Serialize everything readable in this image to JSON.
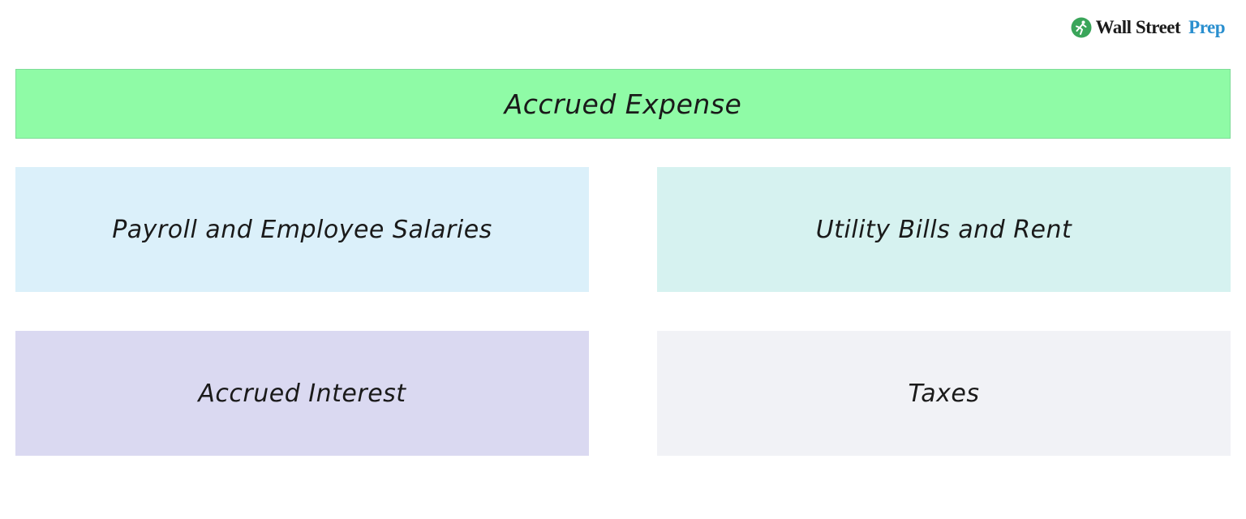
{
  "brand": {
    "word1": "Wall Street",
    "word2": "Prep",
    "icon": "runner-logo-icon",
    "colors": {
      "mark": "#3aa55a",
      "word1": "#1b1b1b",
      "word2": "#2a8fcf"
    }
  },
  "diagram": {
    "root": {
      "label": "Accrued Expense",
      "color": "#8ffba6"
    },
    "items": [
      {
        "label": "Payroll and Employee Salaries",
        "color": "#dbf0fa"
      },
      {
        "label": "Utility Bills and Rent",
        "color": "#d6f2f0"
      },
      {
        "label": "Accrued Interest",
        "color": "#dad9f1"
      },
      {
        "label": "Taxes",
        "color": "#f1f2f6"
      }
    ]
  }
}
